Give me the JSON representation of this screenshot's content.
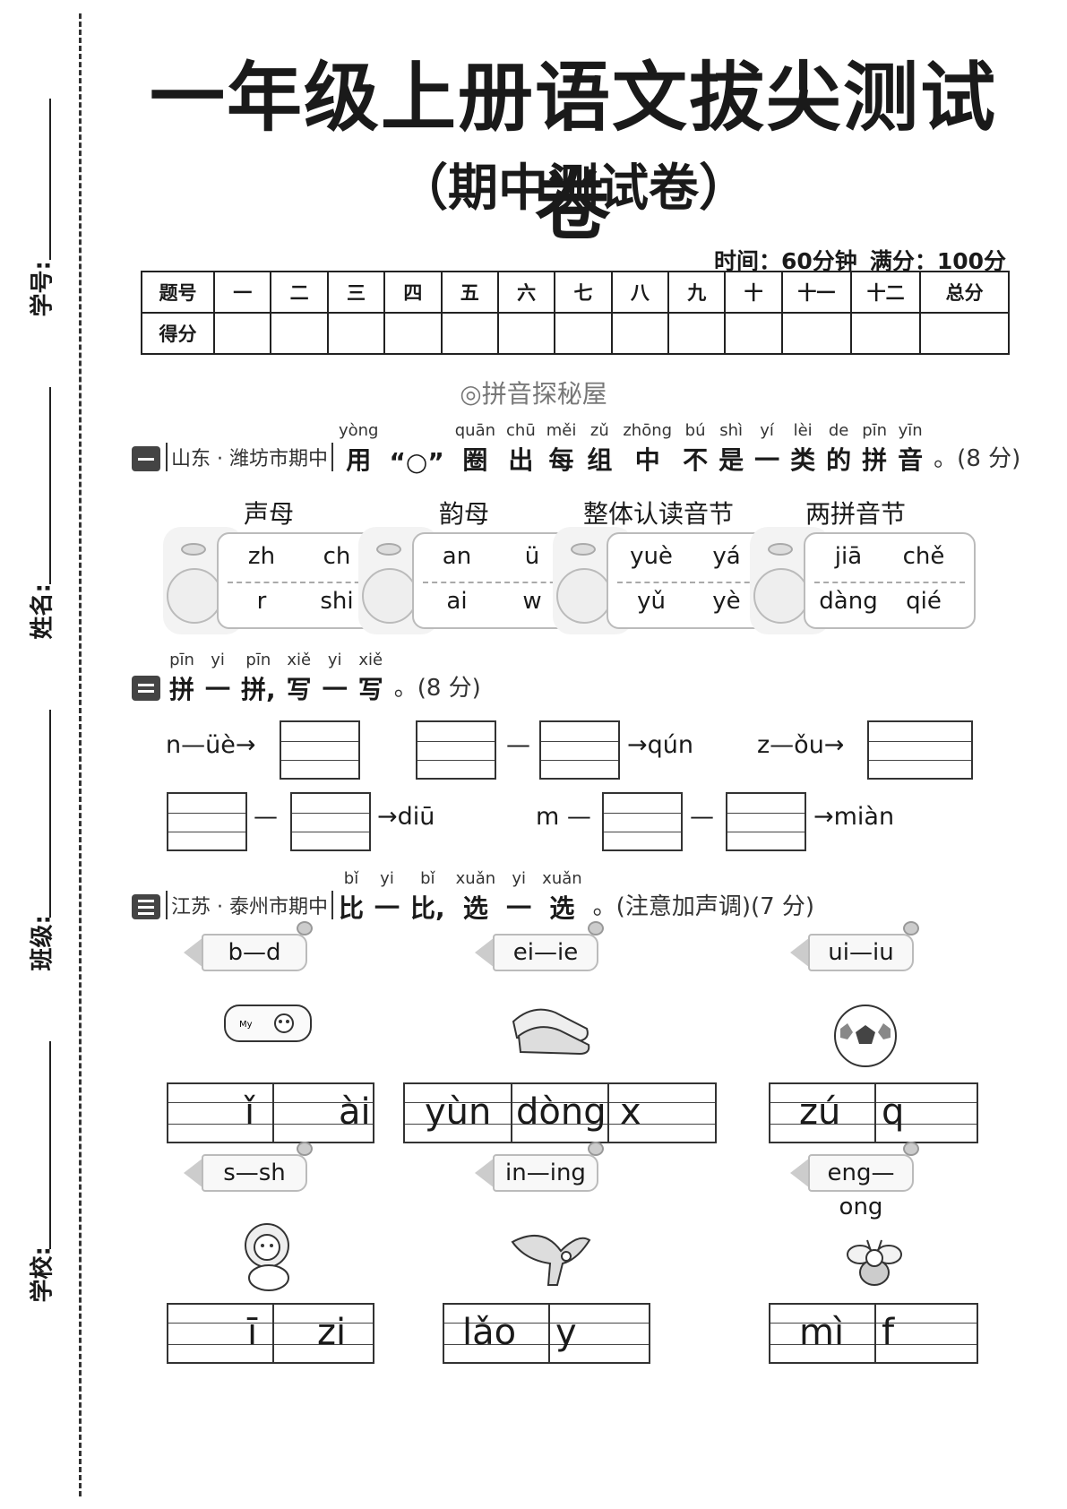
{
  "side_fields": [
    {
      "label": "学号:"
    },
    {
      "label": "姓名:"
    },
    {
      "label": "班级:"
    },
    {
      "label": "学校:"
    }
  ],
  "header": {
    "title": "一年级上册语文拔尖测试卷",
    "subtitle": "（期中测试卷）",
    "time": "时间：60分钟",
    "full_score": "满分：100分"
  },
  "score_table": {
    "row1": [
      "题号",
      "一",
      "二",
      "三",
      "四",
      "五",
      "六",
      "七",
      "八",
      "九",
      "十",
      "十一",
      "十二",
      "总分"
    ],
    "row2_label": "得分"
  },
  "section_banner": "◎拼音探秘屋",
  "q1": {
    "source": "山东 · 潍坊市期中",
    "ruby": [
      {
        "py": "yòng",
        "hz": "用"
      },
      {
        "py": "",
        "hz": "“○”"
      },
      {
        "py": "quān",
        "hz": "圈"
      },
      {
        "py": "chū",
        "hz": "出"
      },
      {
        "py": "měi",
        "hz": "每"
      },
      {
        "py": "zǔ",
        "hz": "组"
      },
      {
        "py": "zhōng",
        "hz": "中"
      },
      {
        "py": "bú",
        "hz": "不"
      },
      {
        "py": "shì",
        "hz": "是"
      },
      {
        "py": "yí",
        "hz": "一"
      },
      {
        "py": "lèi",
        "hz": "类"
      },
      {
        "py": "de",
        "hz": "的"
      },
      {
        "py": "pīn",
        "hz": "拼"
      },
      {
        "py": "yīn",
        "hz": "音"
      }
    ],
    "tail": "。(8 分)",
    "groups": [
      {
        "category": "声母",
        "items": [
          "zh",
          "ch",
          "r",
          "shi"
        ]
      },
      {
        "category": "韵母",
        "items": [
          "an",
          "ü",
          "ai",
          "w"
        ]
      },
      {
        "category": "整体认读音节",
        "items": [
          "yuè",
          "yá",
          "yǔ",
          "yè"
        ]
      },
      {
        "category": "两拼音节",
        "items": [
          "jiā",
          "chě",
          "dàng",
          "qié"
        ]
      }
    ]
  },
  "q2": {
    "ruby": [
      {
        "py": "pīn",
        "hz": "拼"
      },
      {
        "py": "yi",
        "hz": "一"
      },
      {
        "py": "pīn",
        "hz": "拼,"
      },
      {
        "py": "xiě",
        "hz": "写"
      },
      {
        "py": "yi",
        "hz": "一"
      },
      {
        "py": "xiě",
        "hz": "写"
      }
    ],
    "tail": "。(8 分)",
    "frags": {
      "f1": "n—üè→",
      "dash": "—",
      "f2": "→qún",
      "f3": "z—ǒu→",
      "f4": "→diū",
      "f5": "m —",
      "f6": "→miàn"
    }
  },
  "q3": {
    "source": "江苏 · 泰州市期中",
    "ruby": [
      {
        "py": "bǐ",
        "hz": "比"
      },
      {
        "py": "yi",
        "hz": "一"
      },
      {
        "py": "bǐ",
        "hz": "比,"
      },
      {
        "py": "xuǎn",
        "hz": "选"
      },
      {
        "py": "yi",
        "hz": "一"
      },
      {
        "py": "xuǎn",
        "hz": "选"
      }
    ],
    "tail": "。(注意加声调)(7 分)",
    "items": [
      {
        "pair": "b—d",
        "picture": "pencil-case",
        "cells": [
          "ǐ",
          "ài"
        ]
      },
      {
        "pair": "ei—ie",
        "picture": "sneakers",
        "cells": [
          "yùn",
          "dòng",
          "x"
        ]
      },
      {
        "pair": "ui—iu",
        "picture": "soccer-ball",
        "cells": [
          "zú",
          "q"
        ]
      },
      {
        "pair": "s—sh",
        "picture": "lion",
        "cells": [
          "ī",
          "zi"
        ]
      },
      {
        "pair": "in—ing",
        "picture": "eagle",
        "cells": [
          "lǎo",
          "y"
        ]
      },
      {
        "pair": "eng—ong",
        "picture": "bee",
        "cells": [
          "mì",
          "f"
        ]
      }
    ]
  }
}
